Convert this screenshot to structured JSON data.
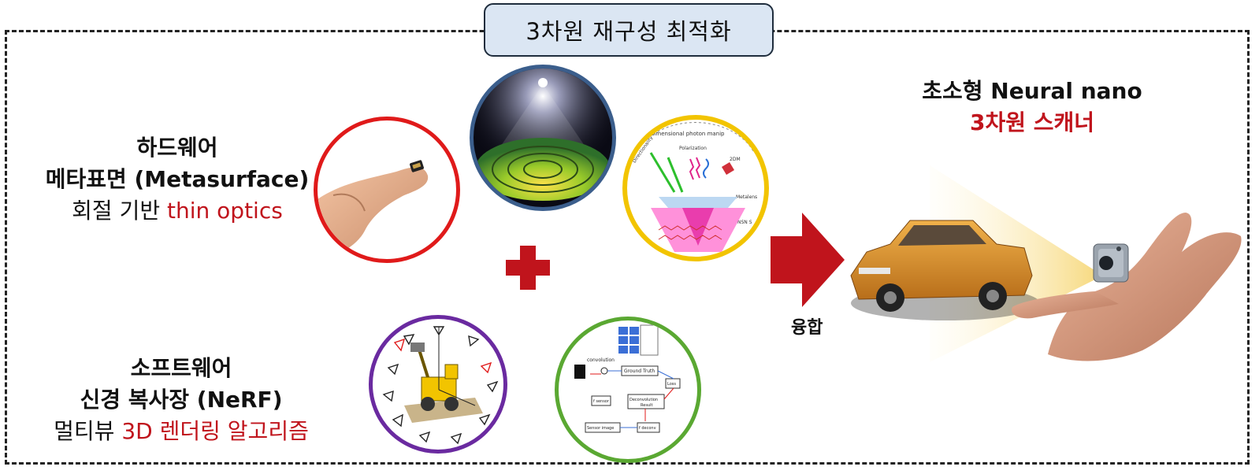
{
  "title": "3차원 재구성 최적화",
  "hardware": {
    "line1": "하드웨어",
    "line2": "메타표면 (Metasurface)",
    "line3_prefix": "회절 기반 ",
    "line3_highlight": "thin optics"
  },
  "software": {
    "line1": "소프트웨어",
    "line2": "신경 복사장 (NeRF)",
    "line3_prefix": "멀티뷰 ",
    "line3_highlight": "3D 렌더링 알고리즘"
  },
  "result": {
    "line1": "초소형 Neural nano",
    "line2": "3차원 스캐너"
  },
  "fusion_label": "융합",
  "diagram_labels": {
    "convolution": "convolution",
    "ground_truth": "Ground Truth",
    "loss": "Loss",
    "deconvolution": "Deconvolution",
    "result": "Result",
    "sensor_image": "Sensor image",
    "f_sensor": "f sensor",
    "f_decon": "f deconv",
    "directionality": "Directionality",
    "polarization": "Polarization",
    "dimensional_photon": "dimensional photon manip",
    "metalens": "Metalens",
    "2dm": "2DM",
    "nsn": "NSN S"
  },
  "colors": {
    "accent_red": "#c0141c",
    "title_bg": "#dbe6f3",
    "circle_red": "#e01a1a",
    "circle_blue": "#3b5e8c",
    "circle_yellow": "#f2c400",
    "circle_purple": "#6a2aa0",
    "circle_green": "#5aa832"
  }
}
